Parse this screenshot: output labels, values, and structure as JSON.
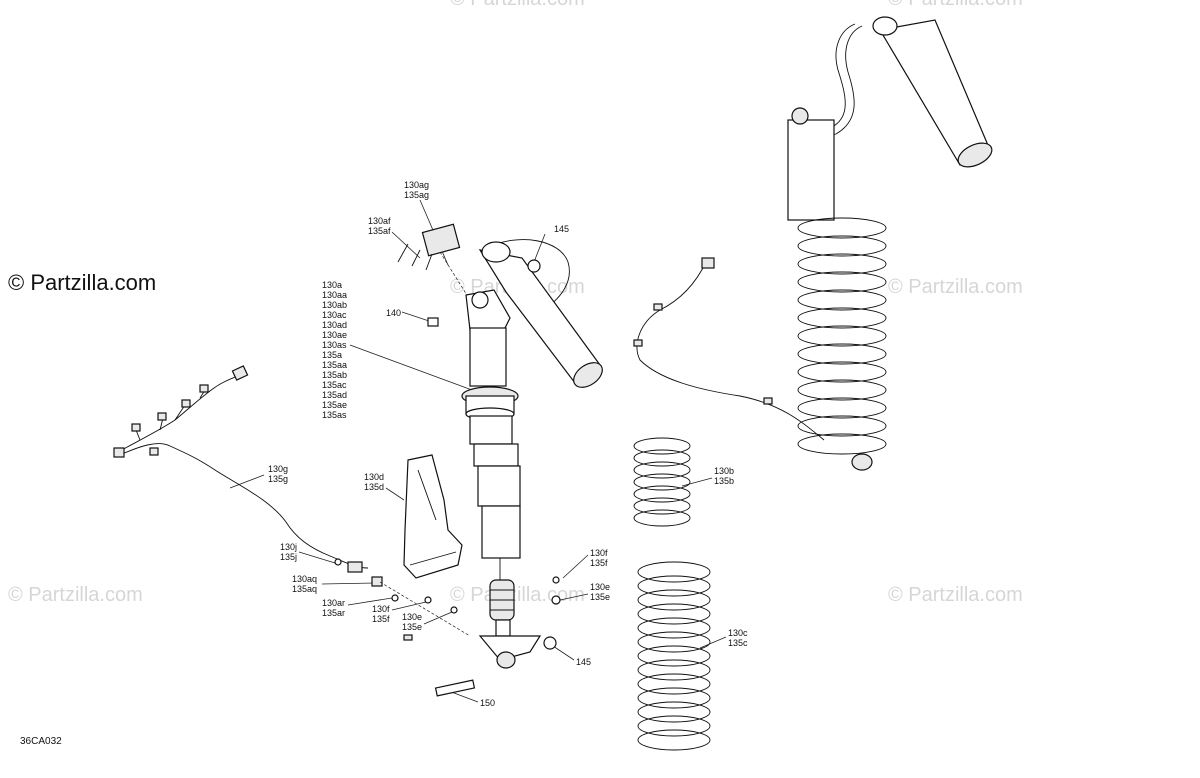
{
  "brand": "© Partzilla.com",
  "watermark": "© Partzilla.com",
  "figure_id": "36CA032",
  "labels": {
    "l130ag": "130ag\n135ag",
    "l130af": "130af\n135af",
    "l145top": "145",
    "l140": "140",
    "l130a": "130a\n130aa\n130ab\n130ac\n130ad\n130ae\n130as\n135a\n135aa\n135ab\n135ac\n135ad\n135ae\n135as",
    "l130g": "130g\n135g",
    "l130d": "130d\n135d",
    "l130j": "130j\n135j",
    "l130aq": "130aq\n135aq",
    "l130ar": "130ar\n135ar",
    "l130f_left": "130f\n135f",
    "l130e_left": "130e\n135e",
    "l130f_right": "130f\n135f",
    "l130e_right": "130e\n135e",
    "l145bot": "145",
    "l150": "150",
    "l130b": "130b\n135b",
    "l130c": "130c\n135c"
  }
}
